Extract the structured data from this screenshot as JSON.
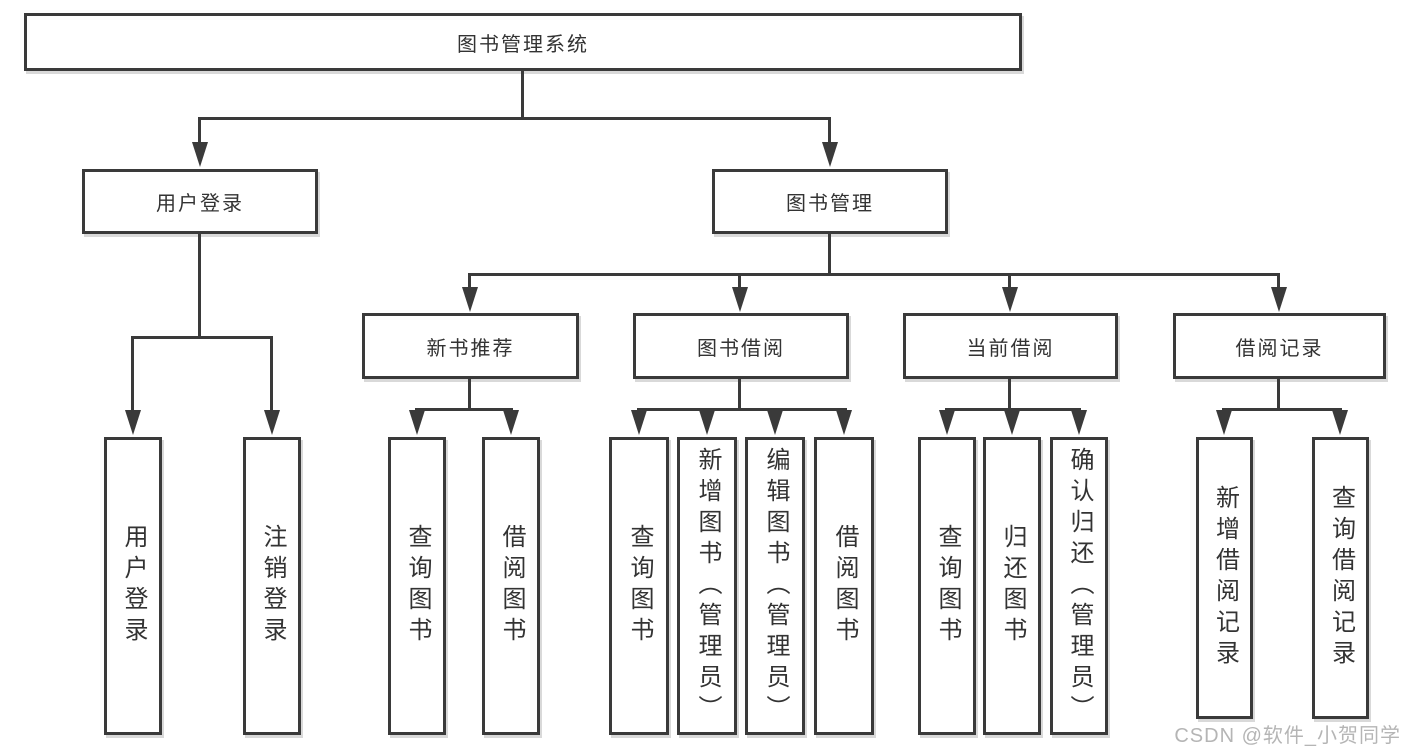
{
  "tree": {
    "root": {
      "label": "图书管理系统"
    },
    "branches": {
      "user_login": {
        "label": "用户登录",
        "children": [
          {
            "label": "用户登录"
          },
          {
            "label": "注销登录"
          }
        ]
      },
      "book_management": {
        "label": "图书管理",
        "sections": [
          {
            "label": "新书推荐",
            "children": [
              {
                "label": "查询图书"
              },
              {
                "label": "借阅图书"
              }
            ]
          },
          {
            "label": "图书借阅",
            "children": [
              {
                "label": "查询图书"
              },
              {
                "label": "新增图书（管理员）"
              },
              {
                "label": "编辑图书（管理员）"
              },
              {
                "label": "借阅图书"
              }
            ]
          },
          {
            "label": "当前借阅",
            "children": [
              {
                "label": "查询图书"
              },
              {
                "label": "归还图书"
              },
              {
                "label": "确认归还（管理员）"
              }
            ]
          },
          {
            "label": "借阅记录",
            "children": [
              {
                "label": "新增借阅记录"
              },
              {
                "label": "查询借阅记录"
              }
            ]
          }
        ]
      }
    }
  },
  "watermark": {
    "text": "CSDN @软件_小贺同学"
  },
  "colors": {
    "line": "#3a3a3a",
    "text": "#333333",
    "box_background": "#ffffff",
    "watermark": "#b5b5b5",
    "page_background": "#ffffff"
  }
}
